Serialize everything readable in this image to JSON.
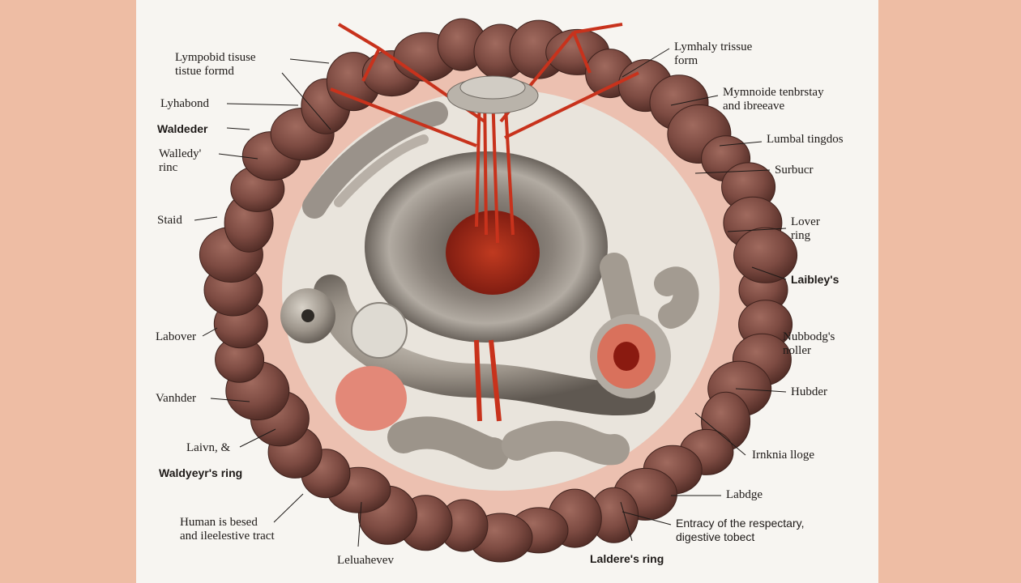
{
  "background_color": "#eebda4",
  "plate_color": "#f7f5f1",
  "labels": {
    "l1": "Lympobid tisuse\ntistue formd",
    "l2": "Lyhabond",
    "l3": "Waldeder",
    "l4": "Walledy'\nrinc",
    "l5": "Staid",
    "l6": "Labover",
    "l7": "Vanhder",
    "l8": "Laivn, &",
    "l9": "Waldyeyr's ring",
    "l10": "Human is besed\nand ileelestive tract",
    "l11": "Leluahevev",
    "r1": "Lymhaly trissue\nform",
    "r2": "Mymnoide tenbrstay\nand ibreeave",
    "r3": "Lumbal tingdos",
    "r4": "Surbucr",
    "r5": "Lover\nring",
    "r6": "Laibley's",
    "r7": "Nubbodg's\nnoller",
    "r8": "Hubder",
    "r9": "Irnknia lloge",
    "r10": "Labdge",
    "r11": "Entracy of the respectary,\ndigestive tobect",
    "r12": "Laldere's ring"
  }
}
